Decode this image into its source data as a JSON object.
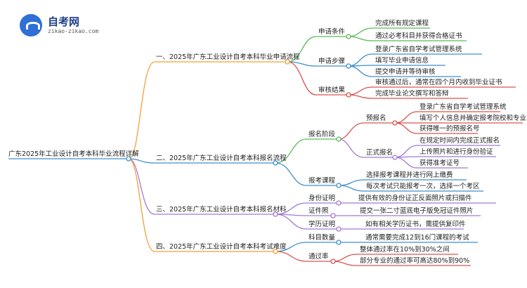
{
  "logo": {
    "title": "自考网",
    "subtitle": "zikao-zikao.com"
  },
  "root": "广东2025年工业设计自考本科毕业流程详解",
  "sections": [
    {
      "label": "一、2025年广东工业设计自考本科毕业申请流程",
      "children": [
        {
          "label": "申请条件",
          "items": [
            "完成所有规定课程",
            "通过必考科目并获得合格证书"
          ]
        },
        {
          "label": "申请步骤",
          "items": [
            "登录广东省自学考试管理系统",
            "填写毕业申请信息",
            "提交申请并等待审核"
          ]
        },
        {
          "label": "审核结果",
          "items": [
            "审核通过后，通常在四个月内收到毕业证书",
            "完成毕业论文撰写和答辩"
          ]
        }
      ]
    },
    {
      "label": "二、2025年广东工业设计自考本科报名流程",
      "children": [
        {
          "label": "报名阶段",
          "children": [
            {
              "label": "预报名",
              "items": [
                "登录广东省自学考试管理系统",
                "填写个人信息并确定报考院校和专业",
                "获得唯一的预报名号"
              ]
            },
            {
              "label": "正式报名",
              "items": [
                "在规定时间内完成正式报名",
                "上传照片和进行身份验证",
                "获得准考证号"
              ]
            }
          ]
        },
        {
          "label": "报考课程",
          "items": [
            "选择报考课程并进行网上缴费",
            "每次考试只能报考一次，选择一个考区"
          ]
        }
      ]
    },
    {
      "label": "三、2025年广东工业设计自考本科报名材料",
      "children": [
        {
          "label": "身份证明",
          "items": [
            "提供有效的身份证正反面照片或扫描件"
          ]
        },
        {
          "label": "证件照",
          "items": [
            "提交一张二寸蓝底电子版免冠证件照片"
          ]
        },
        {
          "label": "学历证明",
          "items": [
            "如有相关学历证书，需提供复印件"
          ]
        }
      ]
    },
    {
      "label": "四、2025年广东工业设计自考本科考试难度",
      "children": [
        {
          "label": "科目数量",
          "items": [
            "通常需要完成12到16门课程的考试"
          ]
        },
        {
          "label": "通过率",
          "items": [
            "整体通过率在10%到30%之间",
            "部分专业的通过率可高达80%到90%"
          ]
        }
      ]
    }
  ],
  "colors": {
    "section1": "#f2a13a",
    "section2": "#3d8fd0",
    "section3": "#a27ad3",
    "section4": "#f2a13a",
    "s1_children": [
      "#5cb85c",
      "#3d8fd0",
      "#d9534f"
    ],
    "s2_children": [
      "#5cb85c",
      "#3d8fd0"
    ],
    "s2_grand": [
      "#d9534f",
      "#a27ad3"
    ],
    "s3_children": [
      "#a27ad3",
      "#a27ad3",
      "#a27ad3"
    ],
    "s4_children": [
      "#3d8fd0",
      "#d9534f"
    ]
  }
}
